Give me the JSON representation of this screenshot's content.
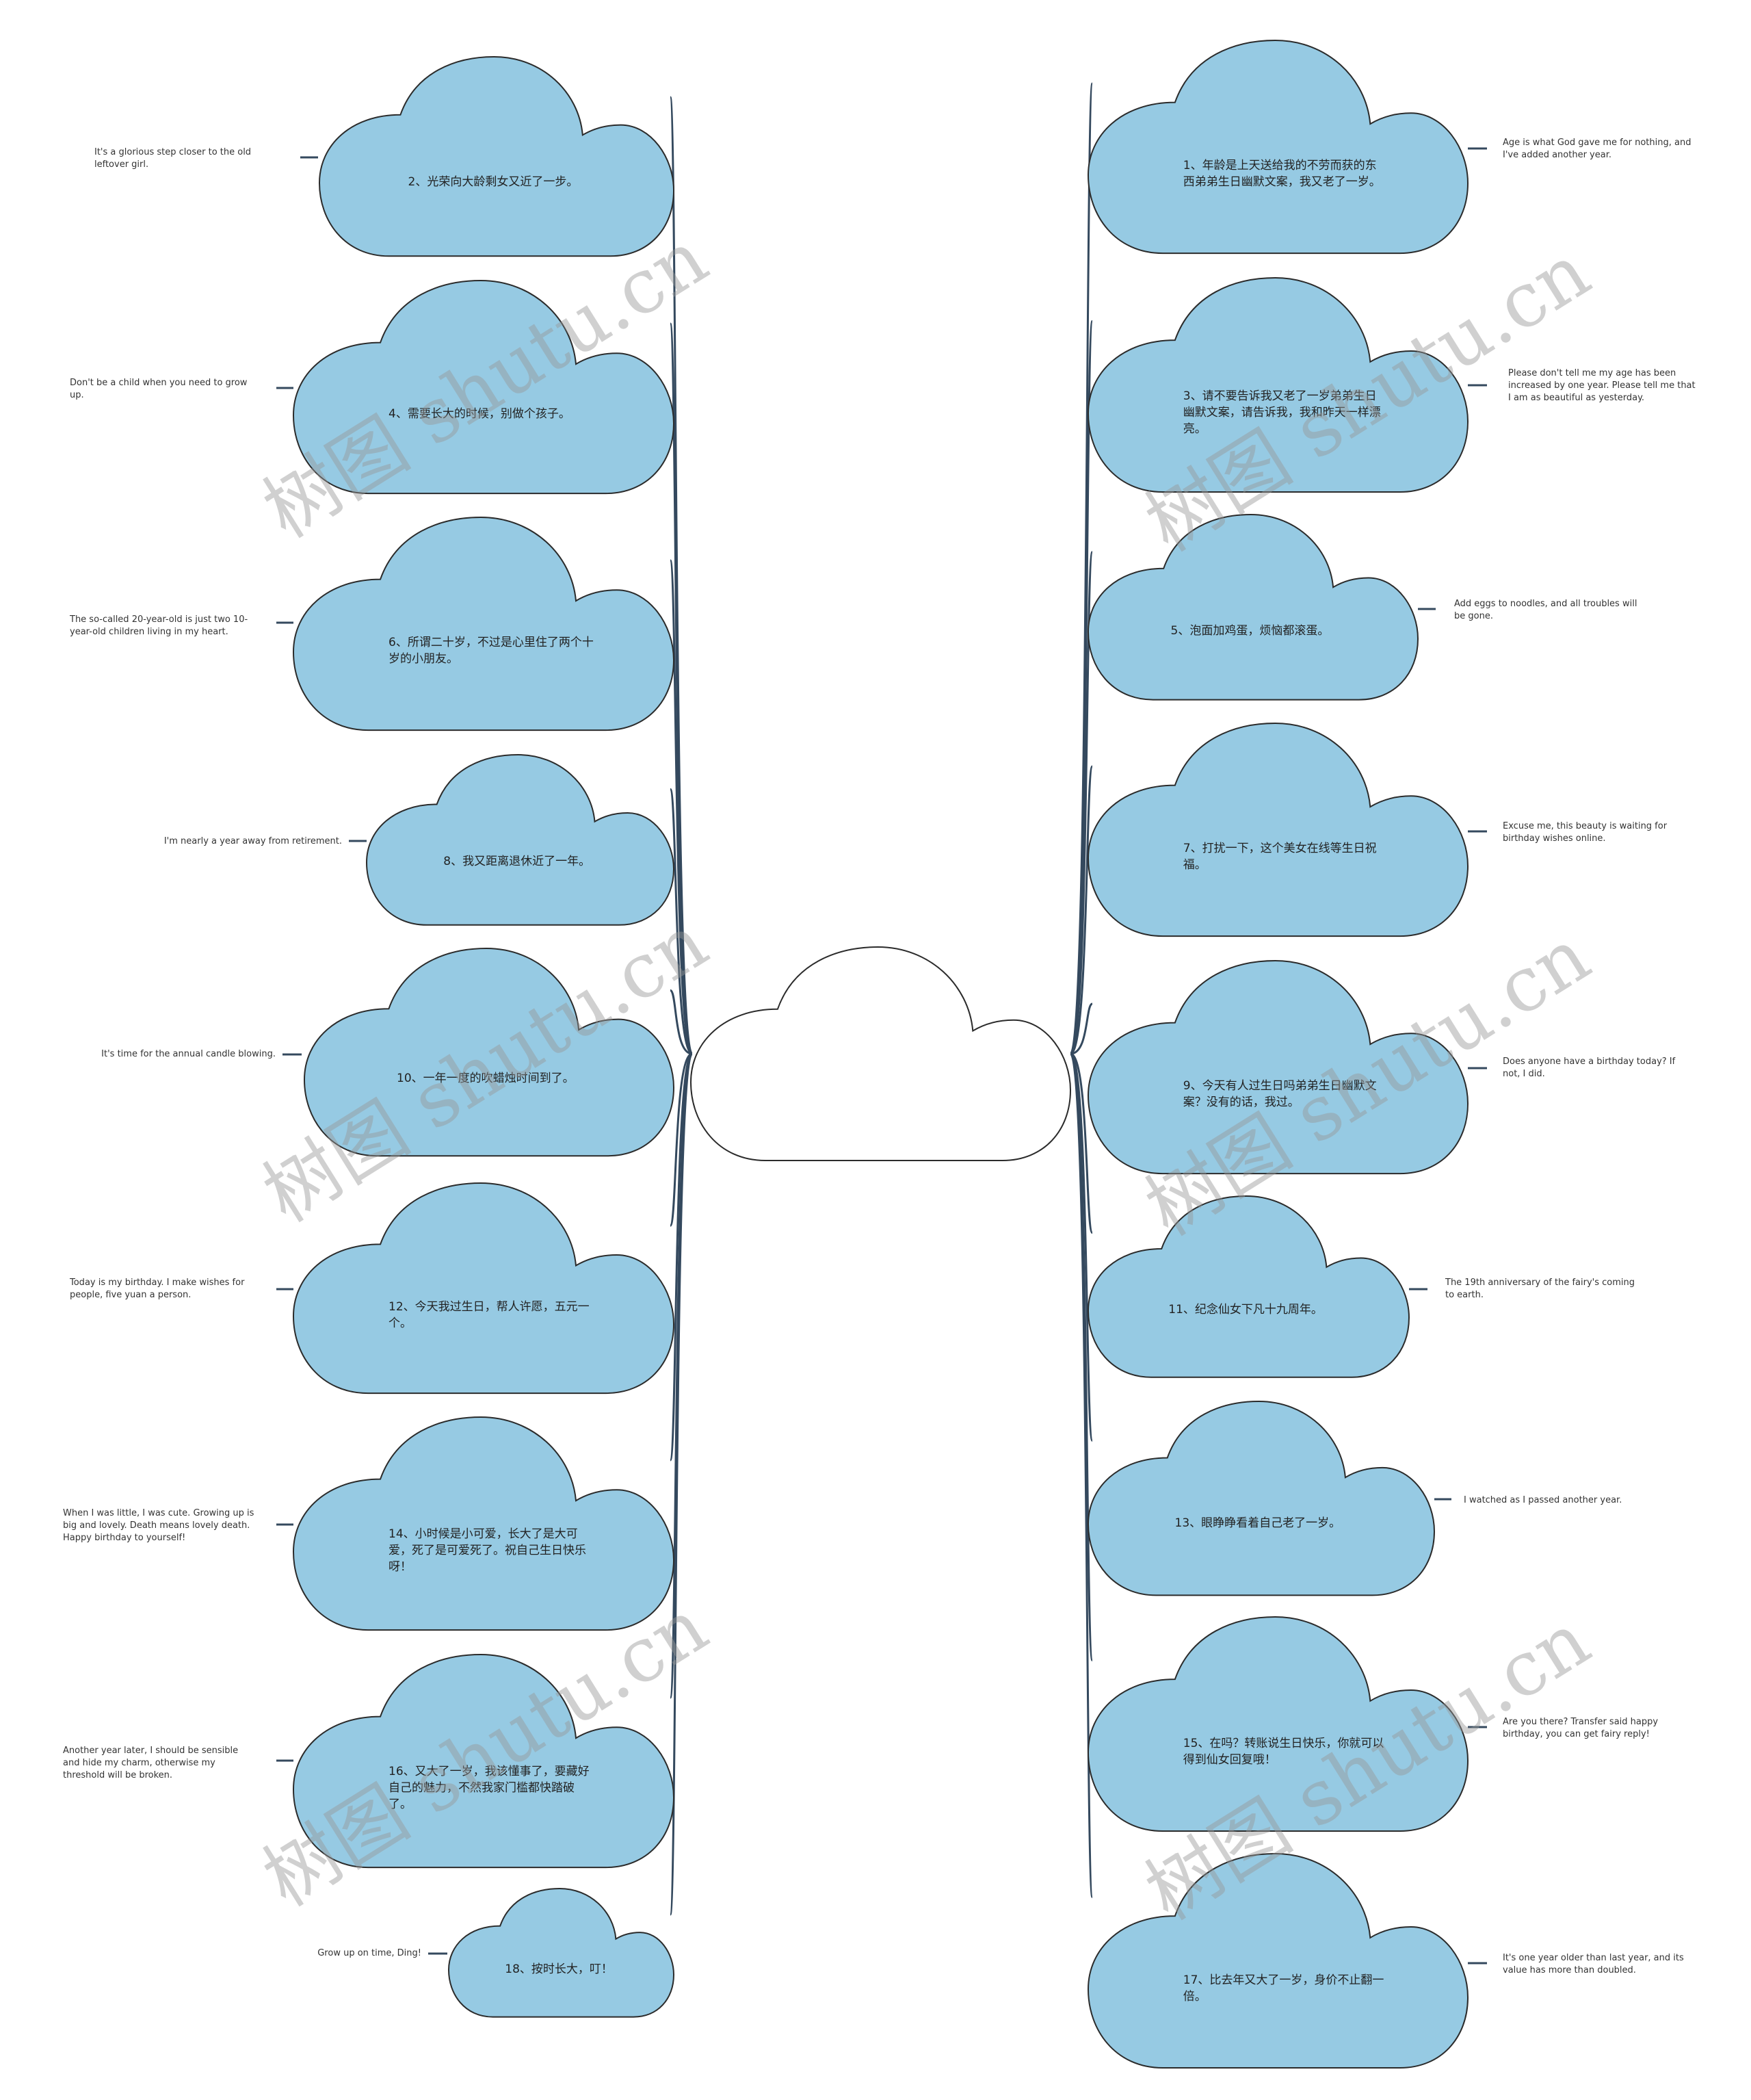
{
  "colors": {
    "cloud_fill": "#96cae3",
    "cloud_stroke": "#2b2b2b",
    "center_fill": "#ffffff",
    "line": "#34495e",
    "watermark": "#969696"
  },
  "center": {
    "text": ""
  },
  "watermark": "树图 shutu.cn",
  "left": [
    {
      "text": "2、光荣向大龄剩女又近了一步。",
      "label": "It's a glorious step closer to the old leftover girl."
    },
    {
      "text": "4、需要长大的时候，别做个孩子。",
      "label": "Don't be a child when you need to grow up."
    },
    {
      "text": "6、所谓二十岁，不过是心里住了两个十岁的小朋友。",
      "label": "The so-called 20-year-old is just two 10-year-old children living in my heart."
    },
    {
      "text": "8、我又距离退休近了一年。",
      "label": "I'm nearly a year away from retirement."
    },
    {
      "text": "10、一年一度的吹蜡烛时间到了。",
      "label": "It's time for the annual candle blowing."
    },
    {
      "text": "12、今天我过生日，帮人许愿，五元一个。",
      "label": "Today is my birthday. I make wishes for people, five yuan a person."
    },
    {
      "text": "14、小时候是小可爱，长大了是大可爱，死了是可爱死了。祝自己生日快乐呀！",
      "label": "When I was little, I was cute. Growing up is big and lovely. Death means lovely death. Happy birthday to yourself!"
    },
    {
      "text": "16、又大了一岁，我该懂事了，要藏好自己的魅力，不然我家门槛都快踏破了。",
      "label": "Another year later, I should be sensible and hide my charm, otherwise my threshold will be broken."
    },
    {
      "text": "18、按时长大，叮！",
      "label": "Grow up on time, Ding!"
    }
  ],
  "right": [
    {
      "text": "1、年龄是上天送给我的不劳而获的东西弟弟生日幽默文案，我又老了一岁。",
      "label": "Age is what God gave me for nothing, and I've added another year."
    },
    {
      "text": "3、请不要告诉我又老了一岁弟弟生日幽默文案，请告诉我，我和昨天一样漂亮。",
      "label": "Please don't tell me my age has been increased by one year. Please tell me that I am as beautiful as yesterday."
    },
    {
      "text": "5、泡面加鸡蛋，烦恼都滚蛋。",
      "label": "Add eggs to noodles, and all troubles will be gone."
    },
    {
      "text": "7、打扰一下，这个美女在线等生日祝福。",
      "label": "Excuse me, this beauty is waiting for birthday wishes online."
    },
    {
      "text": "9、今天有人过生日吗弟弟生日幽默文案？没有的话，我过。",
      "label": "Does anyone have a birthday today? If not, I did."
    },
    {
      "text": "11、纪念仙女下凡十九周年。",
      "label": "The 19th anniversary of the fairy's coming to earth."
    },
    {
      "text": "13、眼睁睁看着自己老了一岁。",
      "label": "I watched as I passed another year."
    },
    {
      "text": "15、在吗？转账说生日快乐，你就可以得到仙女回复哦！",
      "label": "Are you there? Transfer said happy birthday, you can get fairy reply!"
    },
    {
      "text": "17、比去年又大了一岁，身价不止翻一倍。",
      "label": "It's one year older than last year, and its value has more than doubled."
    }
  ]
}
